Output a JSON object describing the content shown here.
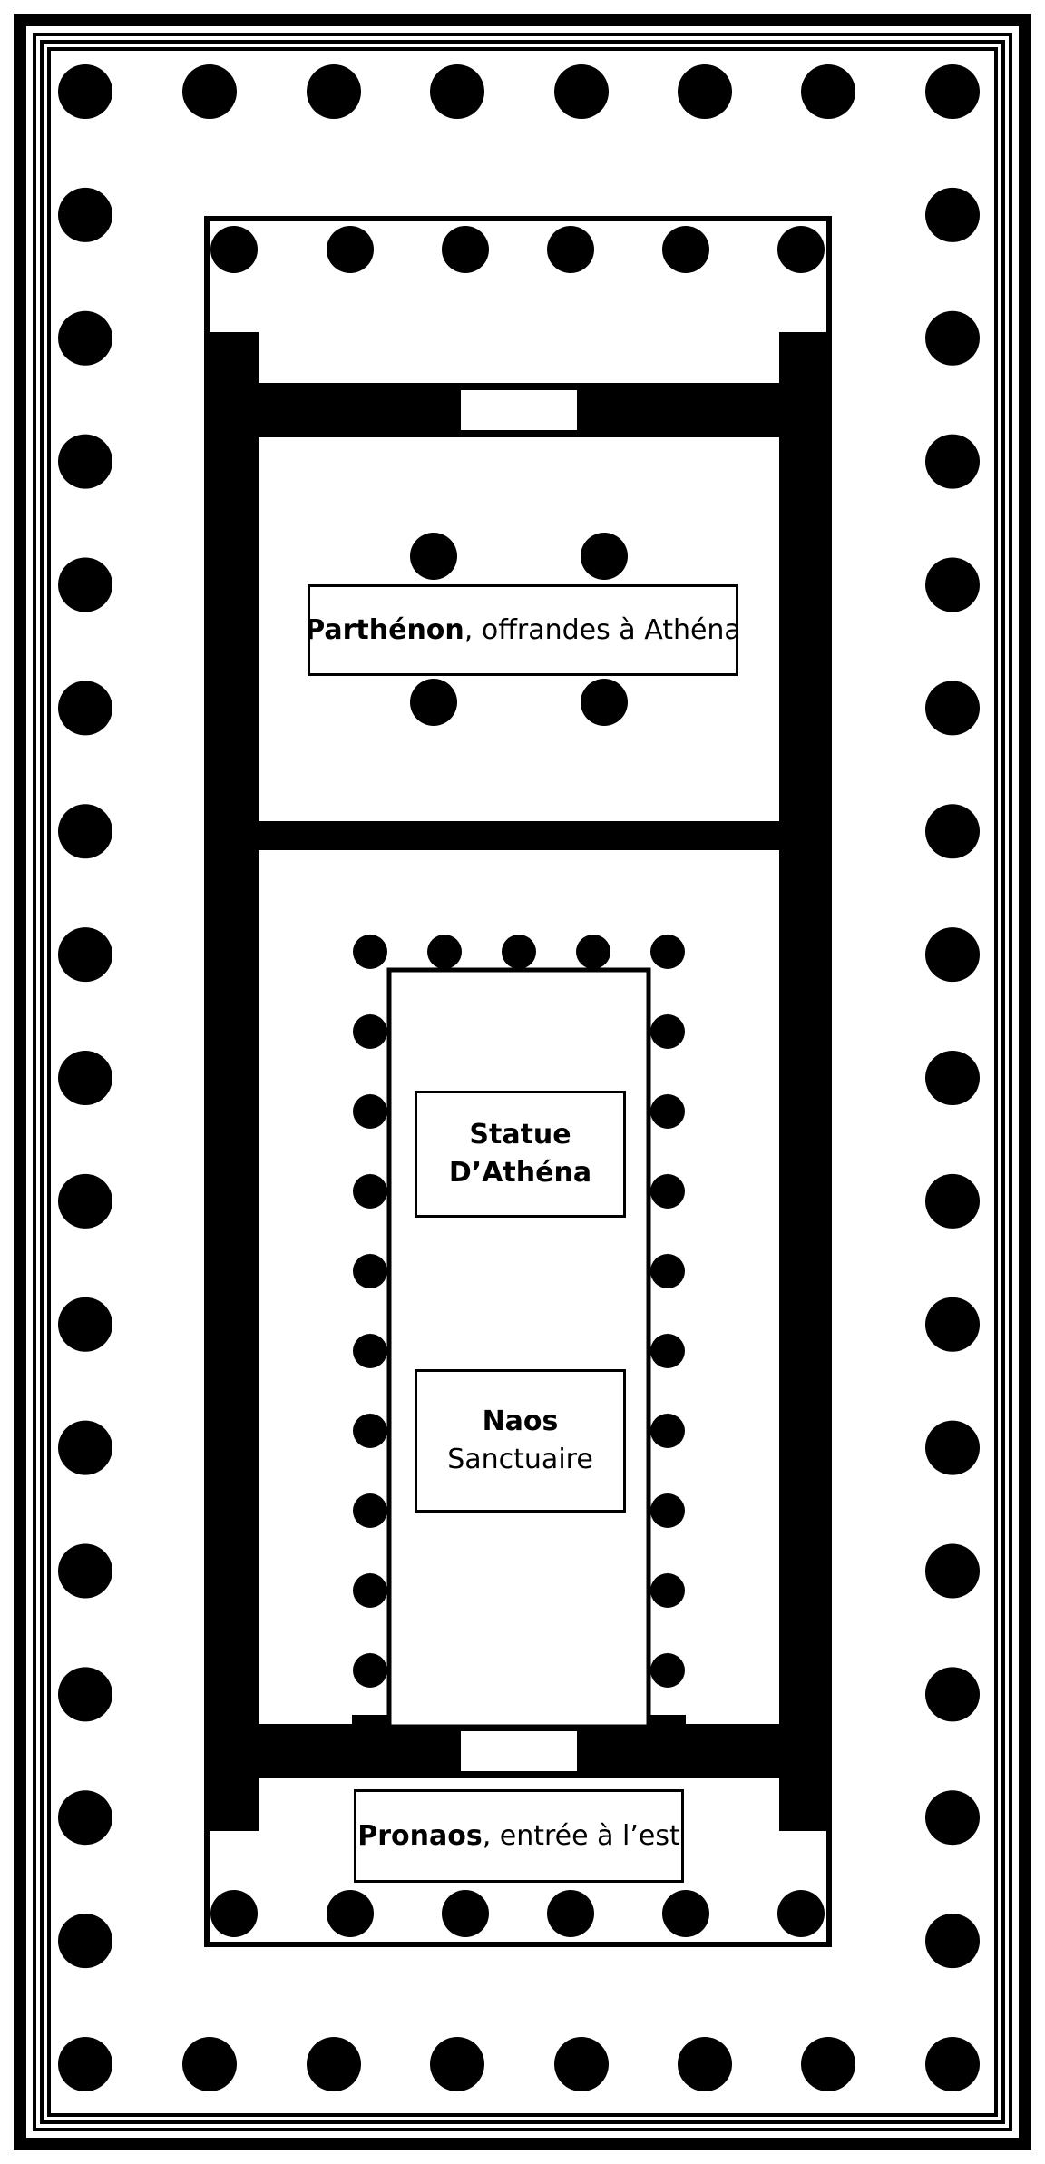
{
  "labels": {
    "parthenon": {
      "bold": "Parthénon",
      "rest": ", offrandes à Athéna"
    },
    "statue": {
      "line1": "Statue",
      "line2": "D’Athéna"
    },
    "naos": {
      "line1": "Naos",
      "line2": "Sanctuaire"
    },
    "pronaos": {
      "bold": "Pronaos",
      "rest": ", entrée à l’est"
    }
  },
  "colors": {
    "ink": "#000000",
    "paper": "#ffffff"
  }
}
